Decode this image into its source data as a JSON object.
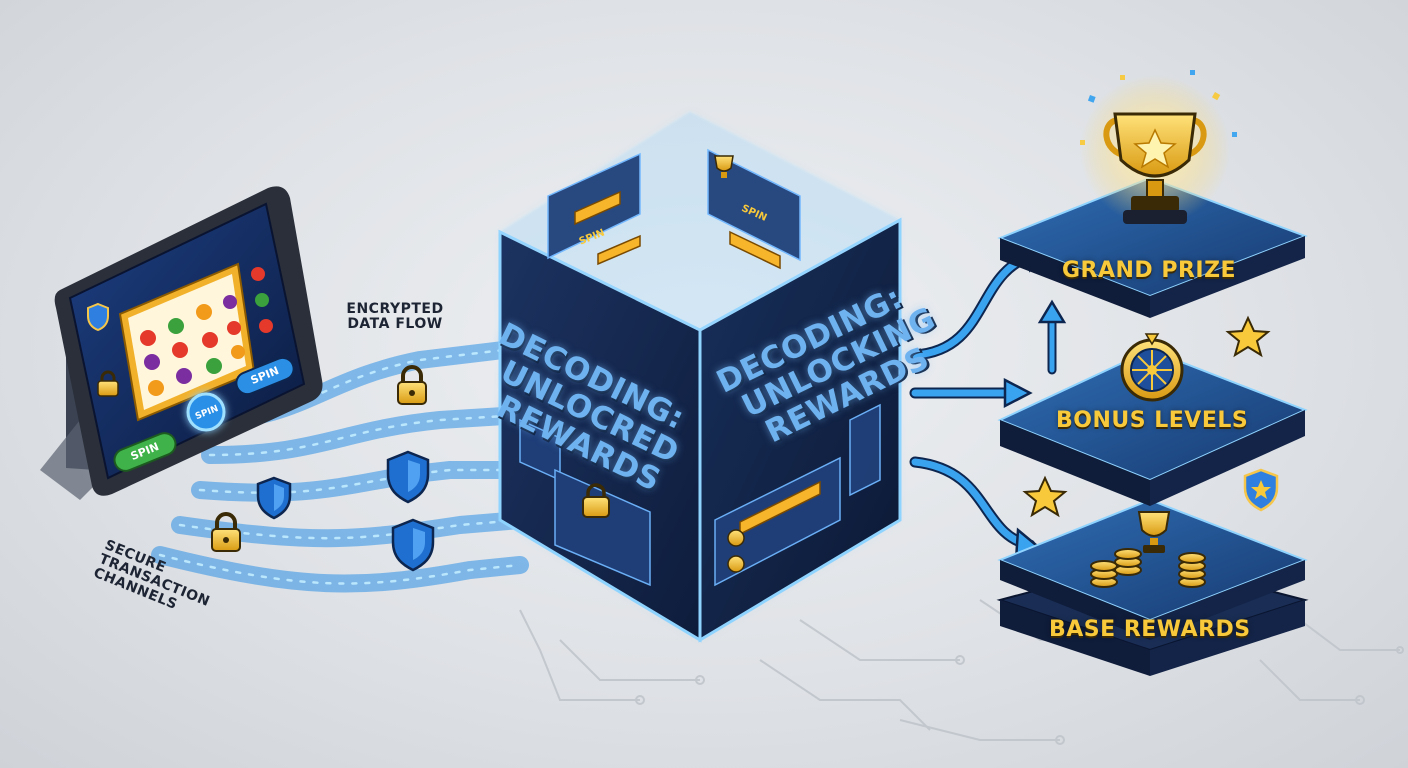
{
  "labels": {
    "encrypted_flow": [
      "ENCRYPTED",
      "DATA FLOW"
    ],
    "secure_channels": [
      "SECURE",
      "TRANSACTION",
      "CHANNELS"
    ]
  },
  "cube": {
    "left_face": [
      "DECODING:",
      "UNLOCRED",
      "REWARDS"
    ],
    "right_face": [
      "DECODING:",
      "UNLOCKING",
      "REWARDS"
    ],
    "panel_labels": [
      "SPIN",
      "SPIN"
    ]
  },
  "tablet": {
    "buttons": [
      "SPIN",
      "SPIN",
      "SPIN"
    ]
  },
  "tiers": [
    {
      "name": "GRAND PRIZE",
      "icon": "trophy-icon"
    },
    {
      "name": "BONUS LEVELS",
      "icon": "bonus-wheel-icon"
    },
    {
      "name": "BASE REWARDS",
      "icon": "coins-trophy-icon"
    }
  ],
  "colors": {
    "flow_blue": "#39a3f0",
    "glow": "#8fd3ff",
    "panel_dark": "#122345",
    "gold": "#f8c93a"
  }
}
